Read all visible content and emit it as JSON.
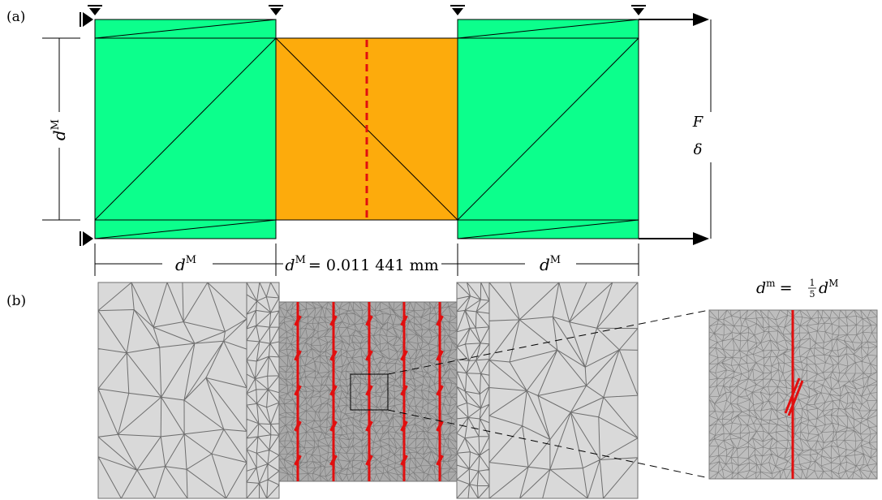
{
  "panel_a": {
    "label": "(a)",
    "force_symbol": "F",
    "displacement_symbol": "δ",
    "dim_left": {
      "base": "d",
      "sup": "M"
    },
    "dim_middle": {
      "base": "d",
      "sup": "M",
      "value": "= 0.011 441 mm"
    },
    "dim_right": {
      "base": "d",
      "sup": "M"
    },
    "dim_vertical": {
      "base": "d",
      "sup": "M"
    }
  },
  "panel_b": {
    "label": "(b)",
    "zoom_label": {
      "base": "d",
      "sup": "m",
      "equals": "=",
      "frac_num": "1",
      "frac_den": "5",
      "rhs_base": "d",
      "rhs_sup": "M"
    }
  },
  "colors": {
    "block_green": "#0cff8c",
    "block_orange": "#fdab0c",
    "crack_red": "#e10f0f",
    "mesh_bg": "#d9d9d9",
    "mesh_line": "#6f6f6f"
  }
}
